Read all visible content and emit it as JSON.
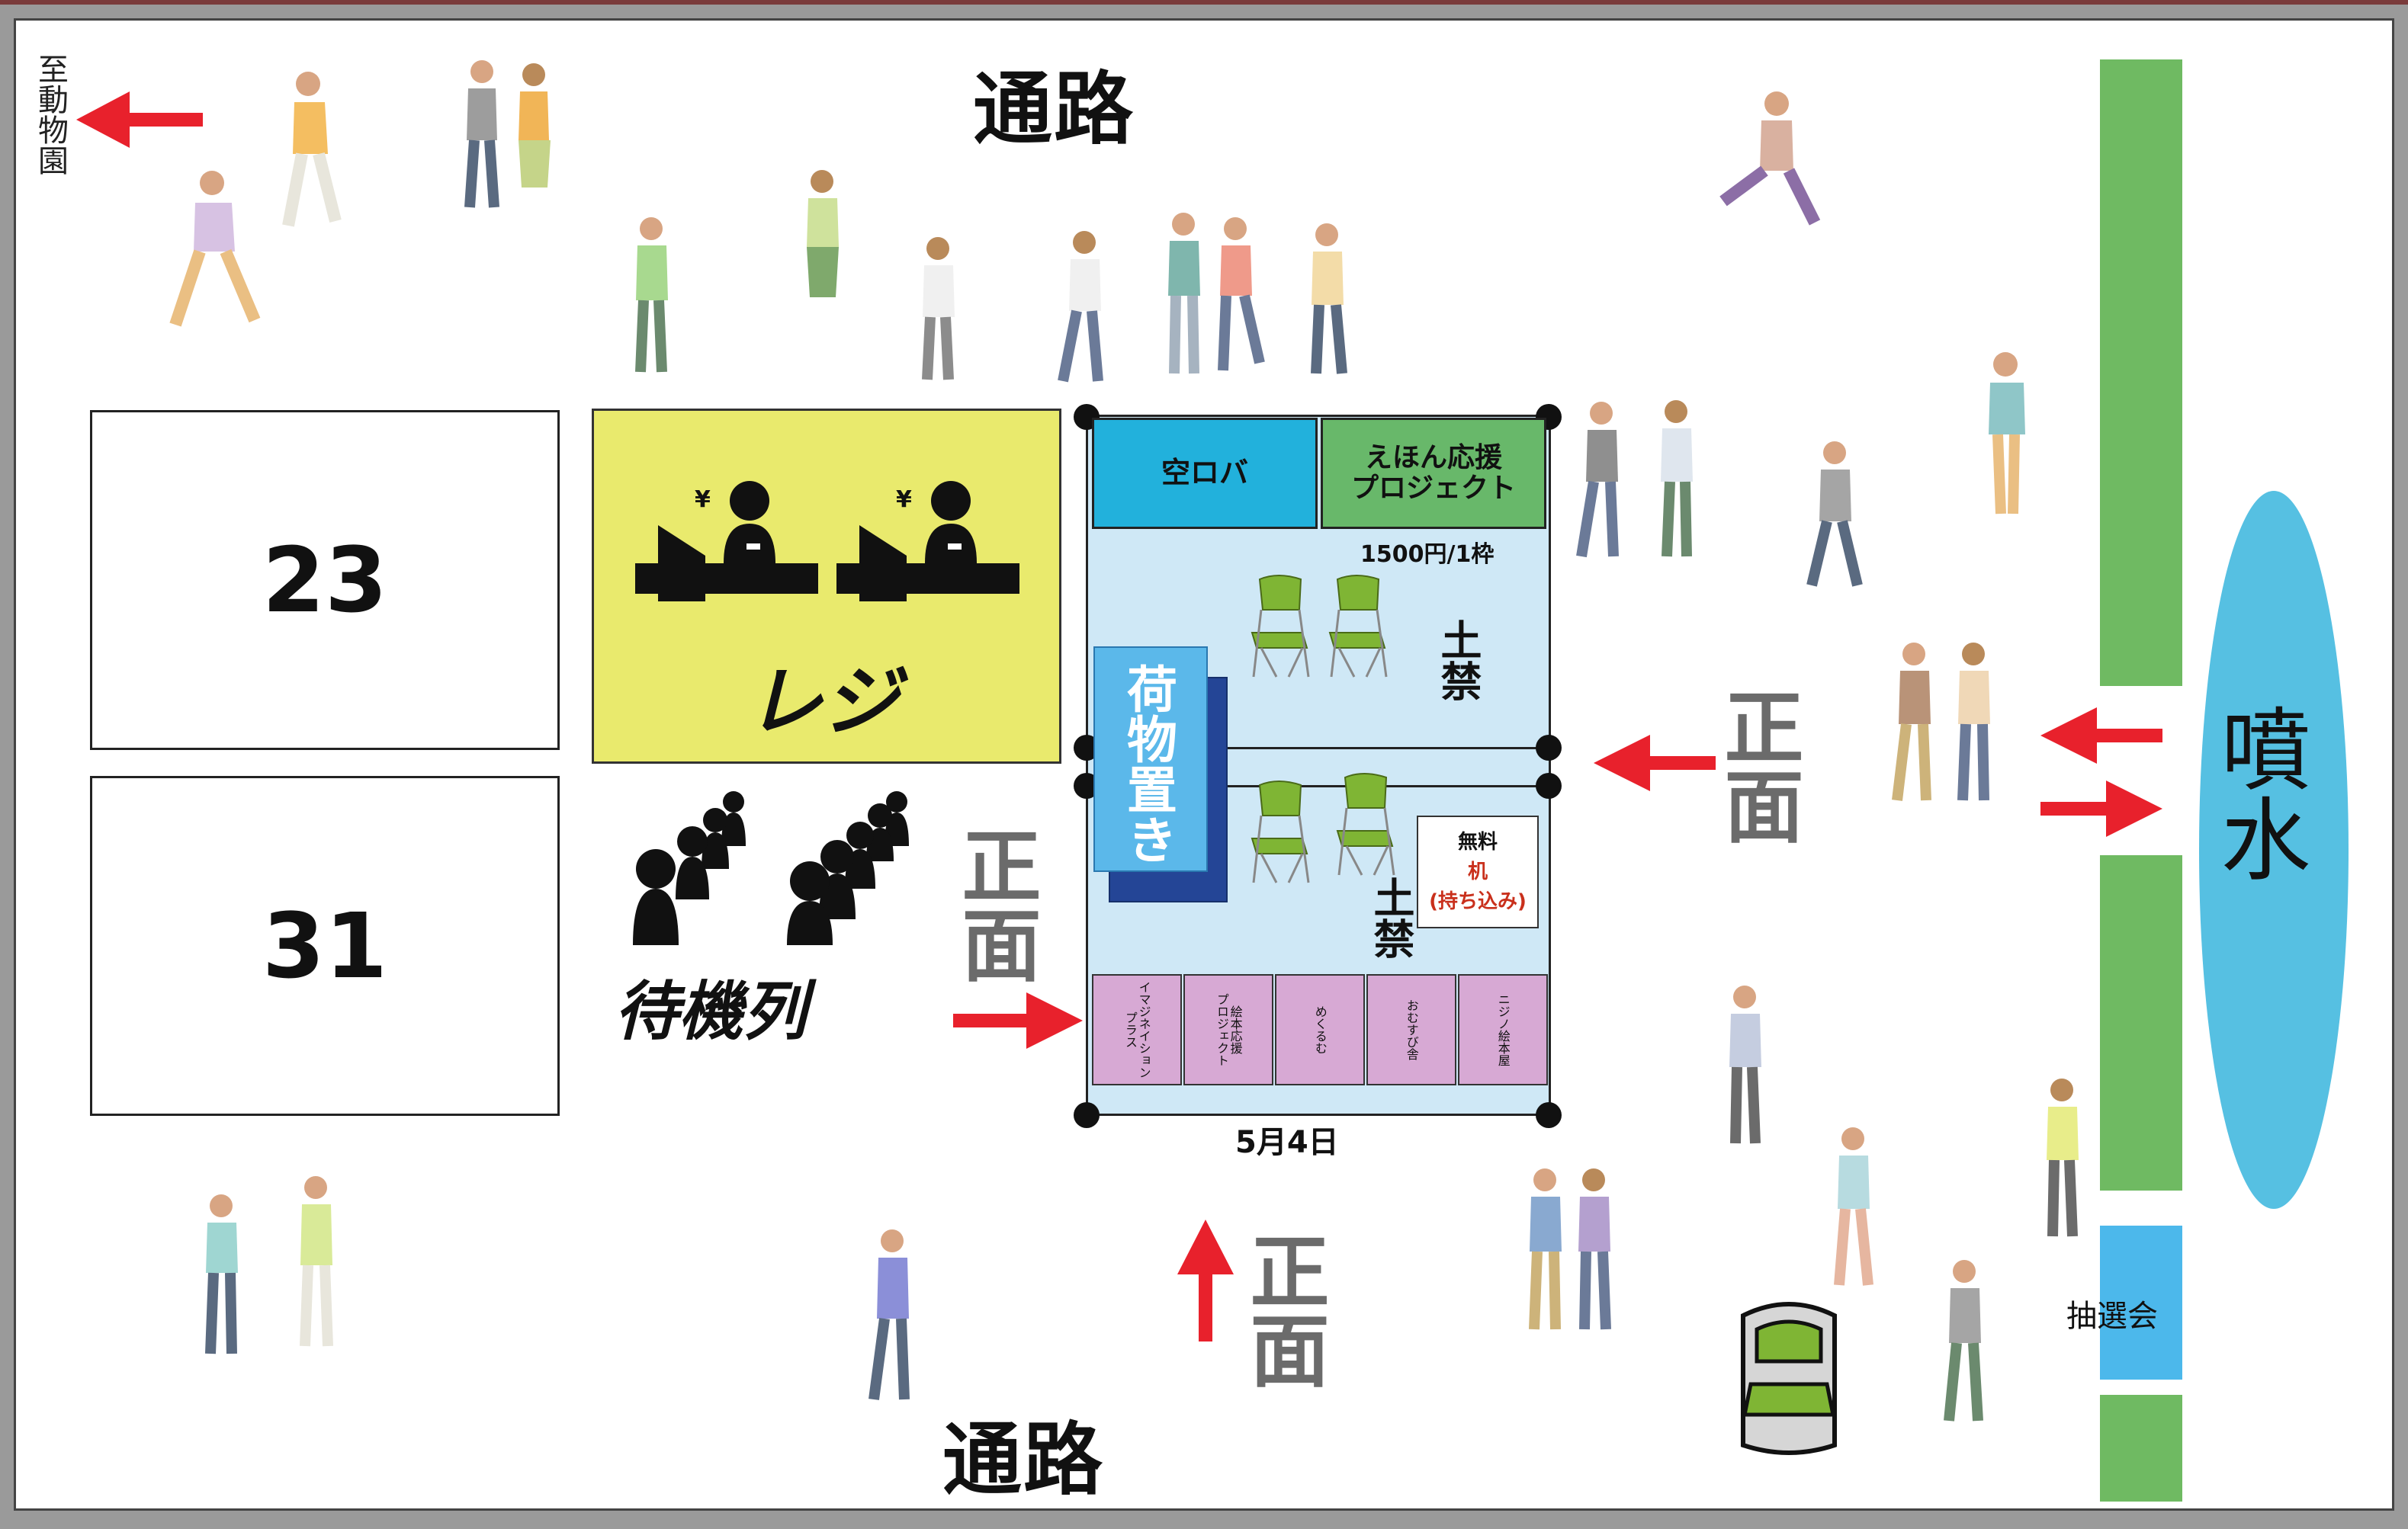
{
  "colors": {
    "cashier_bg": "#e9ea6d",
    "venue_bg": "#cfe8f6",
    "booth_blue": "#22b1dc",
    "booth_green": "#68b86a",
    "booth_purple": "#d7a9d4",
    "luggage_blue": "#5bb8ea",
    "luggage_navy": "#244596",
    "green_strip": "#6fba62",
    "fountain": "#56c0e2",
    "lottery": "#4cb8eb",
    "arrow_red": "#e8212c",
    "chair_green": "#7fb534"
  },
  "labels": {
    "to_zoo": "至動物園",
    "passage_top": "通路",
    "passage_bottom": "通路",
    "booth_23": "23",
    "booth_31": "31",
    "register": "レジ",
    "queue": "待機列",
    "front": "正面",
    "fountain": "噴水",
    "lottery": "抽選会",
    "date": "5月4日",
    "luggage": "荷物置き",
    "no_shoes_1": "土禁",
    "no_shoes_2": "土禁",
    "price": "1500円/1枠",
    "yen": "¥"
  },
  "booths_top": [
    {
      "label": "空ロバ"
    },
    {
      "label": "えほん応援\nプロジェクト"
    }
  ],
  "free_desk": {
    "line1": "無料",
    "line2": "机",
    "line3": "(持ち込み)"
  },
  "booths_bottom": [
    {
      "label": "イマジネイション\nプラス"
    },
    {
      "label": "絵本応援\nプロジェクト"
    },
    {
      "label": "めくるむ"
    },
    {
      "label": "おむすび舎"
    },
    {
      "label": "ニジノ絵本屋"
    }
  ]
}
